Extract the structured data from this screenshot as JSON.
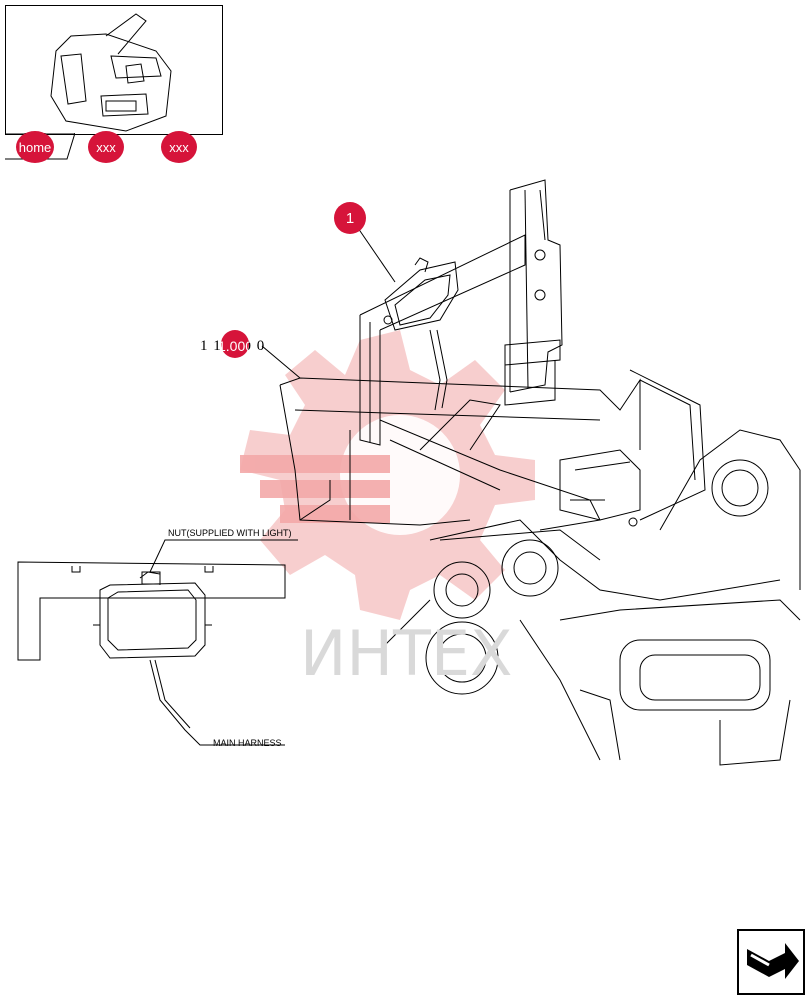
{
  "navigation": {
    "home_label": "home",
    "prev_label": "xxx",
    "next_label": "xxx"
  },
  "callouts": {
    "item_1": "1",
    "reference_number": "1 1.000 0",
    "reference_dot": "1.000"
  },
  "labels": {
    "nut": "NUT(SUPPLIED WITH LIGHT)",
    "harness": "MAIN HARNESS"
  },
  "watermark": "ИНТЕХ",
  "colors": {
    "accent": "#d6143a",
    "watermark_logo": "#f6c6c6"
  },
  "icons": {
    "next_page": "arrow-return-icon"
  }
}
